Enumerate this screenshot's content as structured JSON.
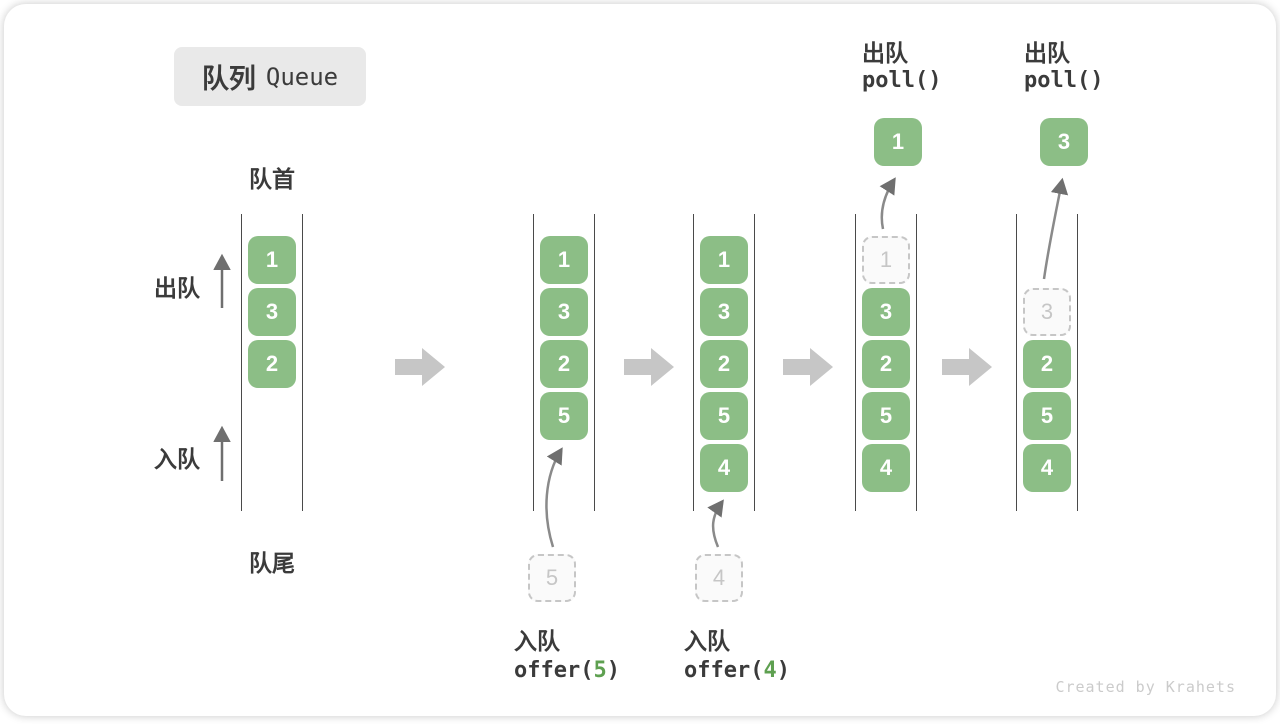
{
  "title": {
    "zh": "队列",
    "en": "Queue"
  },
  "side_labels": {
    "front": "队首",
    "rear": "队尾",
    "dequeue": "出队",
    "enqueue": "入队"
  },
  "watermark": "Created by Krahets",
  "colors": {
    "box_green": "#8cbe86",
    "code_arg_green": "#5ea050",
    "wall_gray": "#4a4a4a",
    "step_arrow_gray": "#c6c6c6",
    "dashed_gray": "#c6c6c6",
    "text_dark": "#3b3b3b"
  },
  "states": [
    {
      "slots": [
        {
          "value": "1",
          "style": "filled"
        },
        {
          "value": "3",
          "style": "filled"
        },
        {
          "value": "2",
          "style": "filled"
        }
      ]
    },
    {
      "slots": [
        {
          "value": "1",
          "style": "filled"
        },
        {
          "value": "3",
          "style": "filled"
        },
        {
          "value": "2",
          "style": "filled"
        },
        {
          "value": "5",
          "style": "filled"
        }
      ],
      "pending": {
        "value": "5",
        "label": "入队",
        "code_prefix": "offer(",
        "code_arg": "5",
        "code_suffix": ")"
      }
    },
    {
      "slots": [
        {
          "value": "1",
          "style": "filled"
        },
        {
          "value": "3",
          "style": "filled"
        },
        {
          "value": "2",
          "style": "filled"
        },
        {
          "value": "5",
          "style": "filled"
        },
        {
          "value": "4",
          "style": "filled"
        }
      ],
      "pending": {
        "value": "4",
        "label": "入队",
        "code_prefix": "offer(",
        "code_arg": "4",
        "code_suffix": ")"
      }
    },
    {
      "slots": [
        {
          "value": "1",
          "style": "dashed"
        },
        {
          "value": "3",
          "style": "filled"
        },
        {
          "value": "2",
          "style": "filled"
        },
        {
          "value": "5",
          "style": "filled"
        },
        {
          "value": "4",
          "style": "filled"
        }
      ],
      "popped": {
        "value": "1",
        "label": "出队",
        "code": "poll()"
      }
    },
    {
      "slots": [
        {
          "style": "empty"
        },
        {
          "value": "3",
          "style": "dashed"
        },
        {
          "value": "2",
          "style": "filled"
        },
        {
          "value": "5",
          "style": "filled"
        },
        {
          "value": "4",
          "style": "filled"
        }
      ],
      "popped": {
        "value": "3",
        "label": "出队",
        "code": "poll()"
      }
    }
  ]
}
